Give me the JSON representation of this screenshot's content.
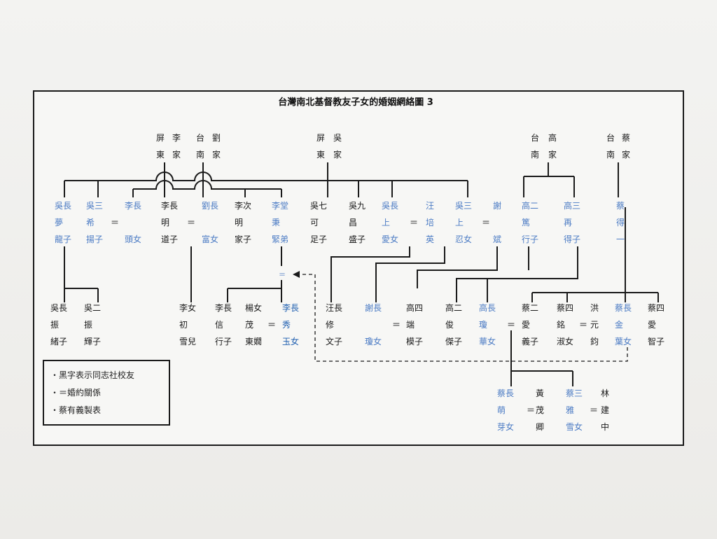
{
  "title": "台灣南北基督教友子女的婚姻網絡圖 3",
  "legend": [
    "・黑字表示同志社校友",
    "・＝婚約關係",
    "・蔡有義製表"
  ],
  "families": [
    {
      "name": "屏東李家",
      "lines": [
        "屏",
        "東",
        "李",
        "家"
      ]
    },
    {
      "name": "台南劉家",
      "lines": [
        "台",
        "南",
        "劉",
        "家"
      ]
    },
    {
      "name": "屏東吳家",
      "lines": [
        "屏",
        "東",
        "吳",
        "家"
      ]
    },
    {
      "name": "台南高家",
      "lines": [
        "台",
        "南",
        "高",
        "家"
      ]
    },
    {
      "name": "台南蔡家",
      "lines": [
        "台",
        "南",
        "蔡",
        "家"
      ]
    }
  ],
  "people": [
    {
      "id": "wu-mengxi",
      "top": "吳長",
      "mid": "夢",
      "bot": "龍子",
      "color": "blue"
    },
    {
      "id": "wu-xi",
      "top": "吳三",
      "mid": "希",
      "bot": "揚子",
      "color": "blue"
    },
    {
      "id": "li-changtou",
      "top": "李長",
      "mid": "",
      "bot": "頭女",
      "color": "blue"
    },
    {
      "id": "li-ming",
      "top": "李長",
      "mid": "明",
      "bot": "道子",
      "color": "black"
    },
    {
      "id": "liu-fu",
      "top": "劉長",
      "mid": "",
      "bot": "富女",
      "color": "blue"
    },
    {
      "id": "li-ming2",
      "top": "李次",
      "mid": "明",
      "bot": "家子",
      "color": "black"
    },
    {
      "id": "li-bing",
      "top": "李堂",
      "mid": "秉",
      "bot": "緊弟",
      "color": "blue"
    },
    {
      "id": "wu-ke",
      "top": "吳七",
      "mid": "可",
      "bot": "足子",
      "color": "black"
    },
    {
      "id": "wu-chang",
      "top": "吳九",
      "mid": "昌",
      "bot": "盛子",
      "color": "black"
    },
    {
      "id": "wu-shang-ai",
      "top": "吳長",
      "mid": "上",
      "bot": "愛女",
      "color": "blue"
    },
    {
      "id": "wang-pei",
      "top": "汪",
      "mid": "培",
      "bot": "英",
      "color": "blue"
    },
    {
      "id": "wu-shang-ren",
      "top": "吳三",
      "mid": "上",
      "bot": "忍女",
      "color": "blue"
    },
    {
      "id": "xie-bin",
      "top": "謝",
      "mid": "",
      "bot": "斌",
      "color": "blue"
    },
    {
      "id": "gao-du",
      "top": "高二",
      "mid": "篤",
      "bot": "行子",
      "color": "blue"
    },
    {
      "id": "gao-zai",
      "top": "高三",
      "mid": "再",
      "bot": "得子",
      "color": "blue"
    },
    {
      "id": "cai-de",
      "top": "蔡",
      "mid": "得",
      "bot": "一",
      "color": "blue"
    },
    {
      "id": "wu-zhen1",
      "top": "吳長",
      "mid": "振",
      "bot": "緒子",
      "color": "black"
    },
    {
      "id": "wu-zhen2",
      "top": "吳二",
      "mid": "振",
      "bot": "輝子",
      "color": "black"
    },
    {
      "id": "li-chu",
      "top": "李女",
      "mid": "初",
      "bot": "雪兒",
      "color": "black"
    },
    {
      "id": "li-xin",
      "top": "李長",
      "mid": "信",
      "bot": "行子",
      "color": "black"
    },
    {
      "id": "yang-mao",
      "top": "楊女",
      "mid": "茂",
      "bot": "東嫺",
      "color": "black"
    },
    {
      "id": "li-xiu",
      "top": "李長",
      "mid": "秀",
      "bot": "玉女",
      "color": "dblue"
    },
    {
      "id": "wang-xiu",
      "top": "汪長",
      "mid": "修",
      "bot": "文子",
      "color": "black"
    },
    {
      "id": "xie-qiong",
      "top": "謝長",
      "mid": "",
      "bot": "瓊女",
      "color": "blue"
    },
    {
      "id": "gao-duan",
      "top": "高四",
      "mid": "端",
      "bot": "模子",
      "color": "black"
    },
    {
      "id": "gao-jun",
      "top": "高二",
      "mid": "俊",
      "bot": "傑子",
      "color": "black"
    },
    {
      "id": "gao-qiong",
      "top": "高長",
      "mid": "瓊",
      "bot": "華女",
      "color": "blue"
    },
    {
      "id": "cai-ai",
      "top": "蔡二",
      "mid": "愛",
      "bot": "義子",
      "color": "black"
    },
    {
      "id": "cai-ming",
      "top": "蔡四",
      "mid": "銘",
      "bot": "淑女",
      "color": "black"
    },
    {
      "id": "hong-yuan",
      "top": "洪",
      "mid": "元",
      "bot": "鈞",
      "color": "black"
    },
    {
      "id": "cai-jin",
      "top": "蔡長",
      "mid": "金",
      "bot": "葉女",
      "color": "blue"
    },
    {
      "id": "cai-ai2",
      "top": "蔡四",
      "mid": "愛",
      "bot": "智子",
      "color": "black"
    },
    {
      "id": "cai-meng",
      "top": "蔡長",
      "mid": "萌",
      "bot": "芽女",
      "color": "blue"
    },
    {
      "id": "huang-mao",
      "top": "黃",
      "mid": "茂",
      "bot": "卿",
      "color": "black"
    },
    {
      "id": "cai-ya",
      "top": "蔡三",
      "mid": "雅",
      "bot": "雪女",
      "color": "blue"
    },
    {
      "id": "lin-jian",
      "top": "林",
      "mid": "建",
      "bot": "中",
      "color": "black"
    }
  ],
  "marriage_sign": "＝",
  "colors": {
    "blue": "#4b7bc4",
    "dblue": "#1f5fb0",
    "black": "#1a1a1a"
  }
}
